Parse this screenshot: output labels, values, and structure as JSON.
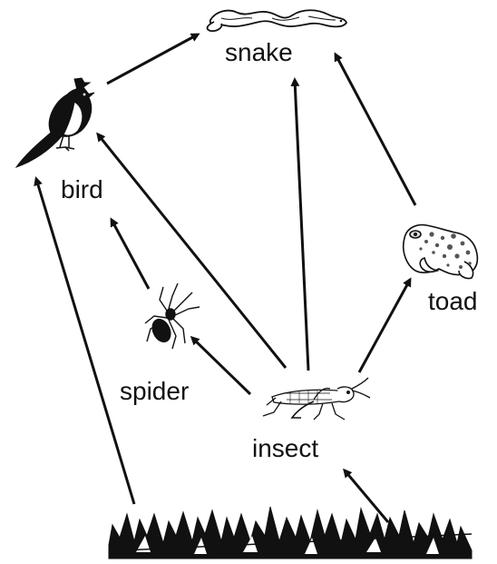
{
  "organisms": {
    "snake": "snake",
    "bird": "bird",
    "toad": "toad",
    "spider": "spider",
    "insect": "insect"
  },
  "icons": {
    "snake": "snake-icon",
    "bird": "bird-icon",
    "toad": "toad-icon",
    "spider": "spider-icon",
    "insect": "grasshopper-icon",
    "grass": "grass-icon"
  },
  "arrows": [
    {
      "from": "bird",
      "to": "snake"
    },
    {
      "from": "insect",
      "to": "snake"
    },
    {
      "from": "toad",
      "to": "snake"
    },
    {
      "from": "insect",
      "to": "bird"
    },
    {
      "from": "spider",
      "to": "bird"
    },
    {
      "from": "grass",
      "to": "bird"
    },
    {
      "from": "insect",
      "to": "toad"
    },
    {
      "from": "insect",
      "to": "spider"
    },
    {
      "from": "grass",
      "to": "insect"
    }
  ],
  "colors": {
    "ink": "#111111",
    "background": "#ffffff"
  }
}
